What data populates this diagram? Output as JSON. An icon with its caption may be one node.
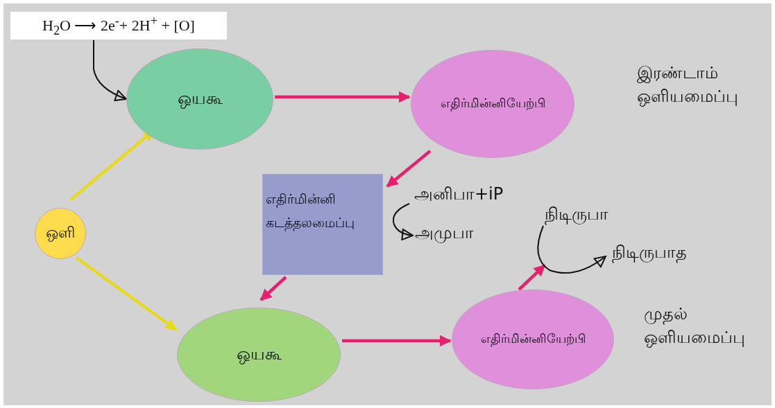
{
  "diagram": {
    "nodes": [
      {
        "text": [
          "H$_{2}$O ⟶ 2e$^{-}$+ 2H$^{+}$ + [O]"
        ]
      },
      {
        "text": [
          "ஒயகூ"
        ]
      },
      {
        "text": [
          "எதிர்மின்னியேற்பி"
        ]
      },
      {
        "text": [
          "எதிர்மின்னி கடத்தலமைப்பு"
        ]
      },
      {
        "text": [
          "அனிபா+iP"
        ]
      },
      {
        "text": [
          "அமுபா"
        ]
      },
      {
        "text": [
          "ஒளி"
        ]
      },
      {
        "text": [
          "ஒயகூ"
        ]
      },
      {
        "text": [
          "எதிர்மின்னியேற்பி"
        ]
      },
      {
        "text": [
          "நிடிருபா"
        ]
      },
      {
        "text": [
          "நிடிருபாத"
        ]
      }
    ],
    "edges": [
      {
        "from": 0,
        "to": 1,
        "arrow": "to",
        "color": "#111111"
      },
      {
        "from": 1,
        "to": 2,
        "arrow": "to"
      },
      {
        "from": 2,
        "to": 3,
        "arrow": "to"
      },
      {
        "from": 4,
        "to": 5,
        "arrow": "to",
        "color": "#111111"
      },
      {
        "from": 6,
        "to": 1,
        "arrow": "to",
        "color": "#e8d81e"
      },
      {
        "from": 6,
        "to": 7,
        "arrow": "to",
        "color": "#e8d81e"
      },
      {
        "from": 3,
        "to": 7,
        "arrow": "to"
      },
      {
        "from": 7,
        "to": 8,
        "arrow": "to"
      },
      {
        "from": 8,
        "to": null,
        "arrow": "to"
      },
      {
        "from": 9,
        "to": 10,
        "arrow": "to",
        "color": "#111111"
      }
    ],
    "labels": [
      "இரண்டாம் ஒளியமைப்பு",
      "முதல் ஒளியமைப்பு"
    ]
  }
}
